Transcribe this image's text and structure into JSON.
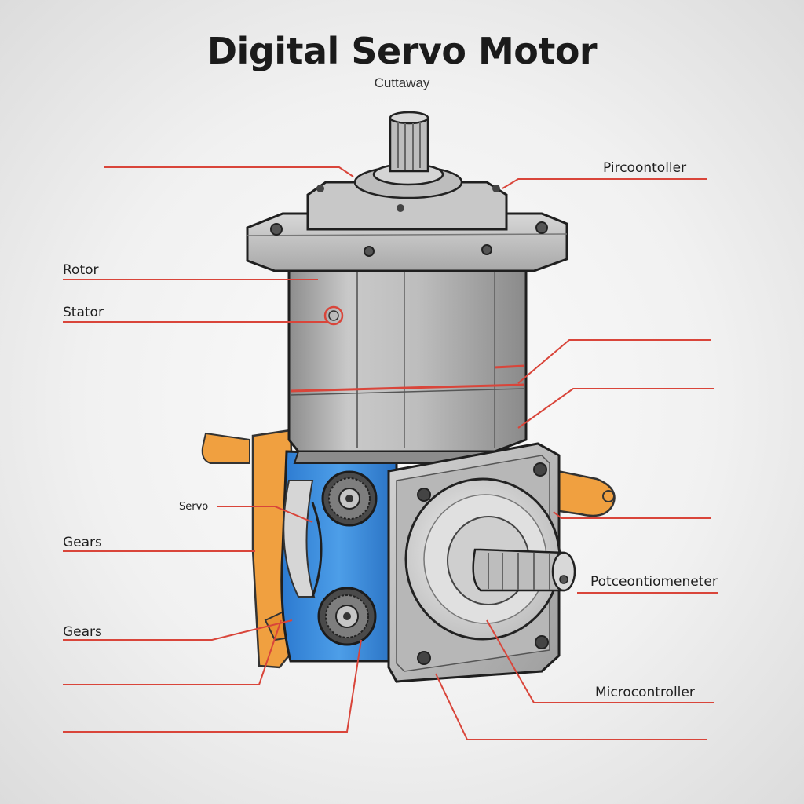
{
  "title": "Digital Servo Motor",
  "subtitle": "Cuttaway",
  "labels": {
    "rotor": "Rotor",
    "stator": "Stator",
    "servo": "Servo",
    "gears_upper": "Gears",
    "gears_lower": "Gears",
    "pircontroller": "Pircoontoller",
    "potentiometer": "Potceontiomeneter",
    "microcontroller": "Microcontroller"
  },
  "colors": {
    "leader_line": "#d9453a",
    "housing": "#a9a9a9",
    "gearbox": "#3f8fd8",
    "bracket": "#f0a040"
  }
}
